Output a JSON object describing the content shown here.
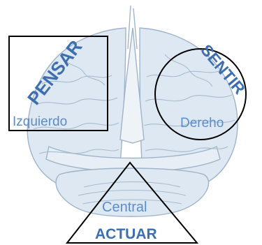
{
  "diagram": {
    "labels": {
      "pensar": "PENSAR",
      "izquierdo": "Izquierdo",
      "sentir": "SENTIR",
      "derecho": "Dereho",
      "central": "Central",
      "actuar": "ACTUAR"
    },
    "colors": {
      "brain_fill": "#dde8f2",
      "brain_stroke": "#9fb4c9",
      "label_blue": "#3d6fb0",
      "sub_label_blue": "#5b8ccc",
      "outline": "#000000"
    }
  }
}
